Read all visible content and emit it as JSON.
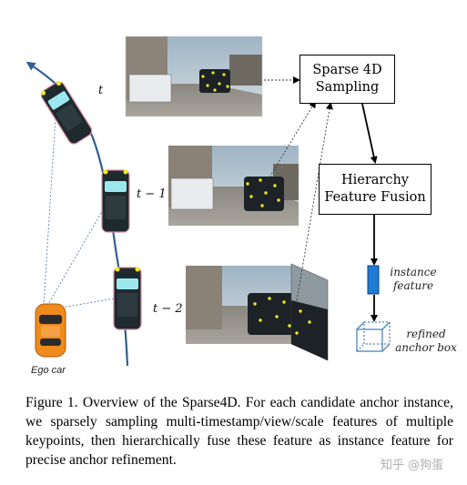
{
  "figure": {
    "boxes": {
      "sampling": [
        "Sparse 4D",
        "Sampling"
      ],
      "fusion": [
        "Hierarchy",
        "Feature Fusion"
      ]
    },
    "time_labels": {
      "t": "t",
      "t1": "t − 1",
      "t2": "t − 2"
    },
    "ego_label": "Ego car",
    "instance_label": [
      "instance",
      "feature"
    ],
    "refined_label": [
      "refined",
      "anchor box"
    ]
  },
  "caption": {
    "text": "Figure 1. Overview of the Sparse4D. For each candidate anchor instance, we sparsely sampling multi-timestamp/view/scale features of multiple keypoints, then hierarchically fuse these feature as instance feature for precise anchor refinement."
  },
  "watermark": "知乎 @狗蛋",
  "colors": {
    "ego_car": "#f08a1c",
    "other_car": "#1e2a2e",
    "arrow_blue": "#2f5f95",
    "feature_blue": "#1f7bd6",
    "keypoint": "#f2ea1e"
  }
}
